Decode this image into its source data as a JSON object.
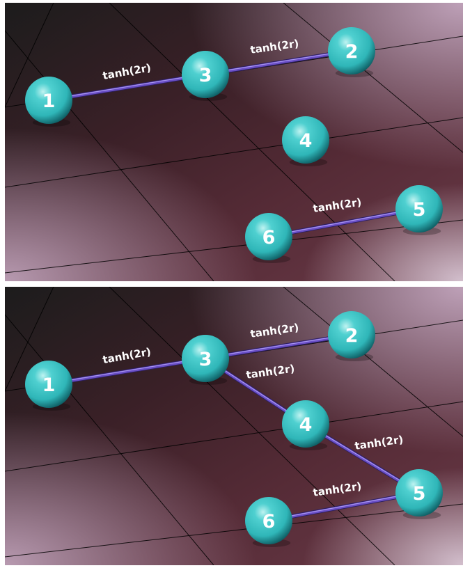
{
  "colors": {
    "node": "#2fb6b8",
    "edge": "#6a4fc7",
    "plane_dark": "#1c1c1c",
    "plane_maroon": "#552b36",
    "plane_light": "#c4a7bf"
  },
  "icons": {
    "node": "sphere-node",
    "plane": "tilted-grid-plane"
  },
  "panels": [
    {
      "nodes": [
        {
          "id": "1",
          "label": "1"
        },
        {
          "id": "2",
          "label": "2"
        },
        {
          "id": "3",
          "label": "3"
        },
        {
          "id": "4",
          "label": "4"
        },
        {
          "id": "5",
          "label": "5"
        },
        {
          "id": "6",
          "label": "6"
        }
      ],
      "edges": [
        {
          "from": "1",
          "to": "3",
          "label": "tanh(2r)"
        },
        {
          "from": "3",
          "to": "2",
          "label": "tanh(2r)"
        },
        {
          "from": "6",
          "to": "5",
          "label": "tanh(2r)"
        }
      ]
    },
    {
      "nodes": [
        {
          "id": "1",
          "label": "1"
        },
        {
          "id": "2",
          "label": "2"
        },
        {
          "id": "3",
          "label": "3"
        },
        {
          "id": "4",
          "label": "4"
        },
        {
          "id": "5",
          "label": "5"
        },
        {
          "id": "6",
          "label": "6"
        }
      ],
      "edges": [
        {
          "from": "1",
          "to": "3",
          "label": "tanh(2r)"
        },
        {
          "from": "3",
          "to": "2",
          "label": "tanh(2r)"
        },
        {
          "from": "3",
          "to": "4",
          "label": "tanh(2r)"
        },
        {
          "from": "4",
          "to": "5",
          "label": "tanh(2r)"
        },
        {
          "from": "6",
          "to": "5",
          "label": "tanh(2r)"
        }
      ]
    }
  ]
}
